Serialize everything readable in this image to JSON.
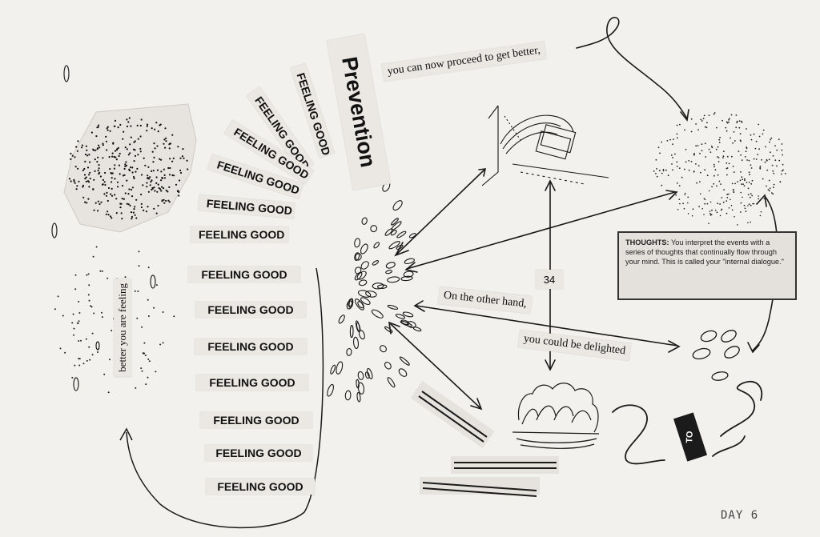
{
  "prevention": "Prevention",
  "strips": {
    "feeling_good": "FEELING GOOD"
  },
  "phrases": {
    "proceed": "you can now proceed to get better,",
    "other_hand": "On the other hand,",
    "delighted": "you could be delighted",
    "feeling": "better you are feeling"
  },
  "thoughts": {
    "heading": "THOUGHTS:",
    "body": "You interpret the events with a series of thoughts that continually flow through your mind. This is called your \"internal dialogue.\""
  },
  "page_number": "34",
  "to_label": "TO",
  "day_label": "DAY 6",
  "colors": {
    "paper": "#f3f1ee",
    "strip": "#ebe7e3",
    "ink": "#1a1a1a"
  }
}
